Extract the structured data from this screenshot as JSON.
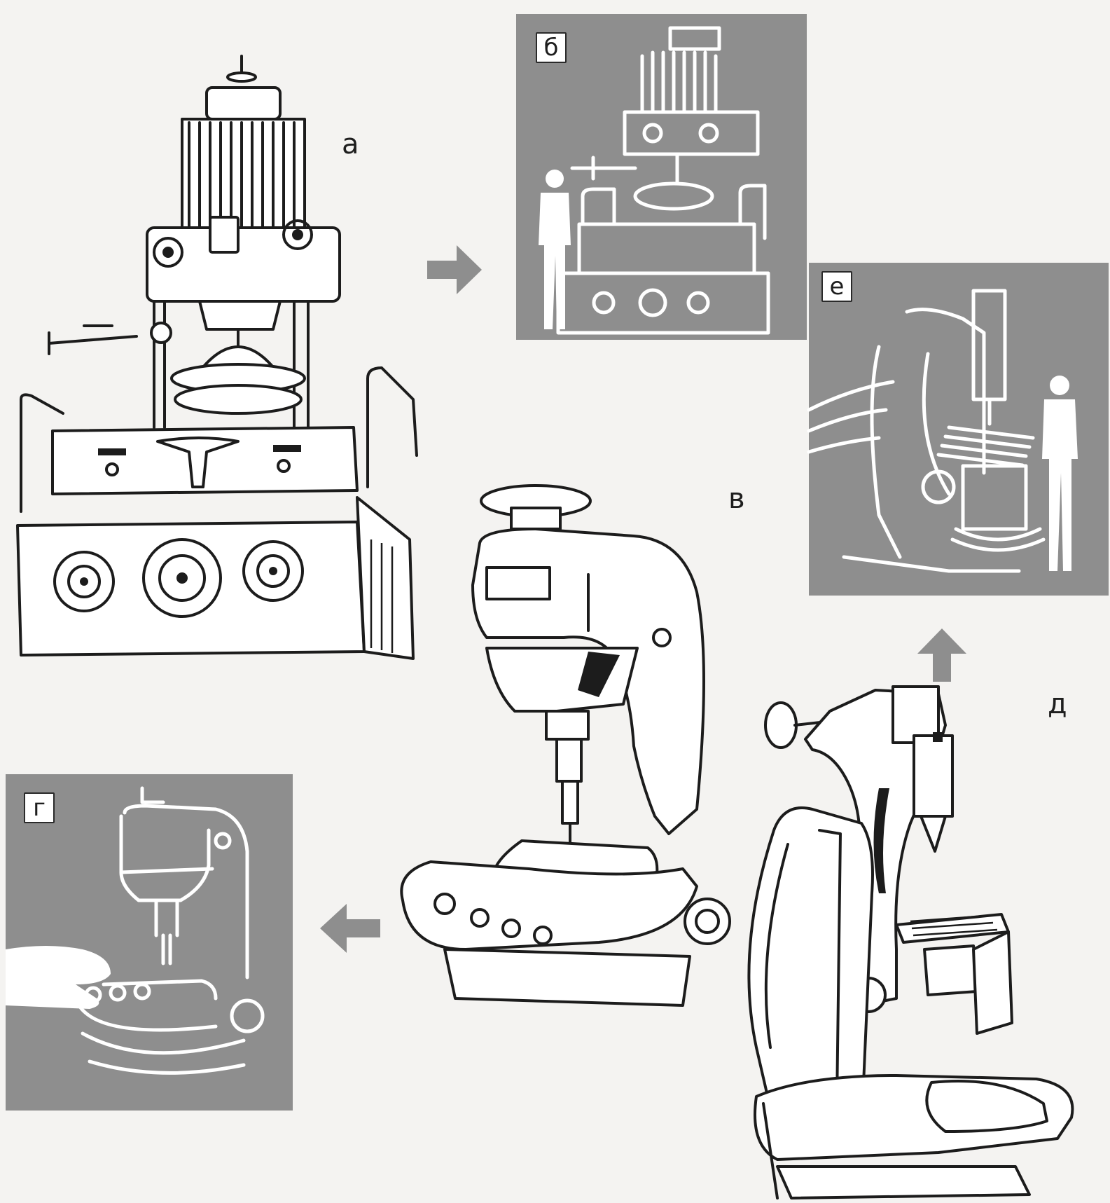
{
  "labels": {
    "a": "а",
    "b": "б",
    "v": "в",
    "g": "г",
    "d": "д",
    "e": "е"
  },
  "colors": {
    "panel_gray": "#8e8e8e",
    "ink": "#1c1c1c",
    "paper": "#f4f3f1"
  },
  "arrows": [
    {
      "direction": "right",
      "from": "а",
      "to": "б"
    },
    {
      "direction": "left",
      "from": "в",
      "to": "г"
    },
    {
      "direction": "up",
      "from": "д",
      "to": "е"
    }
  ]
}
